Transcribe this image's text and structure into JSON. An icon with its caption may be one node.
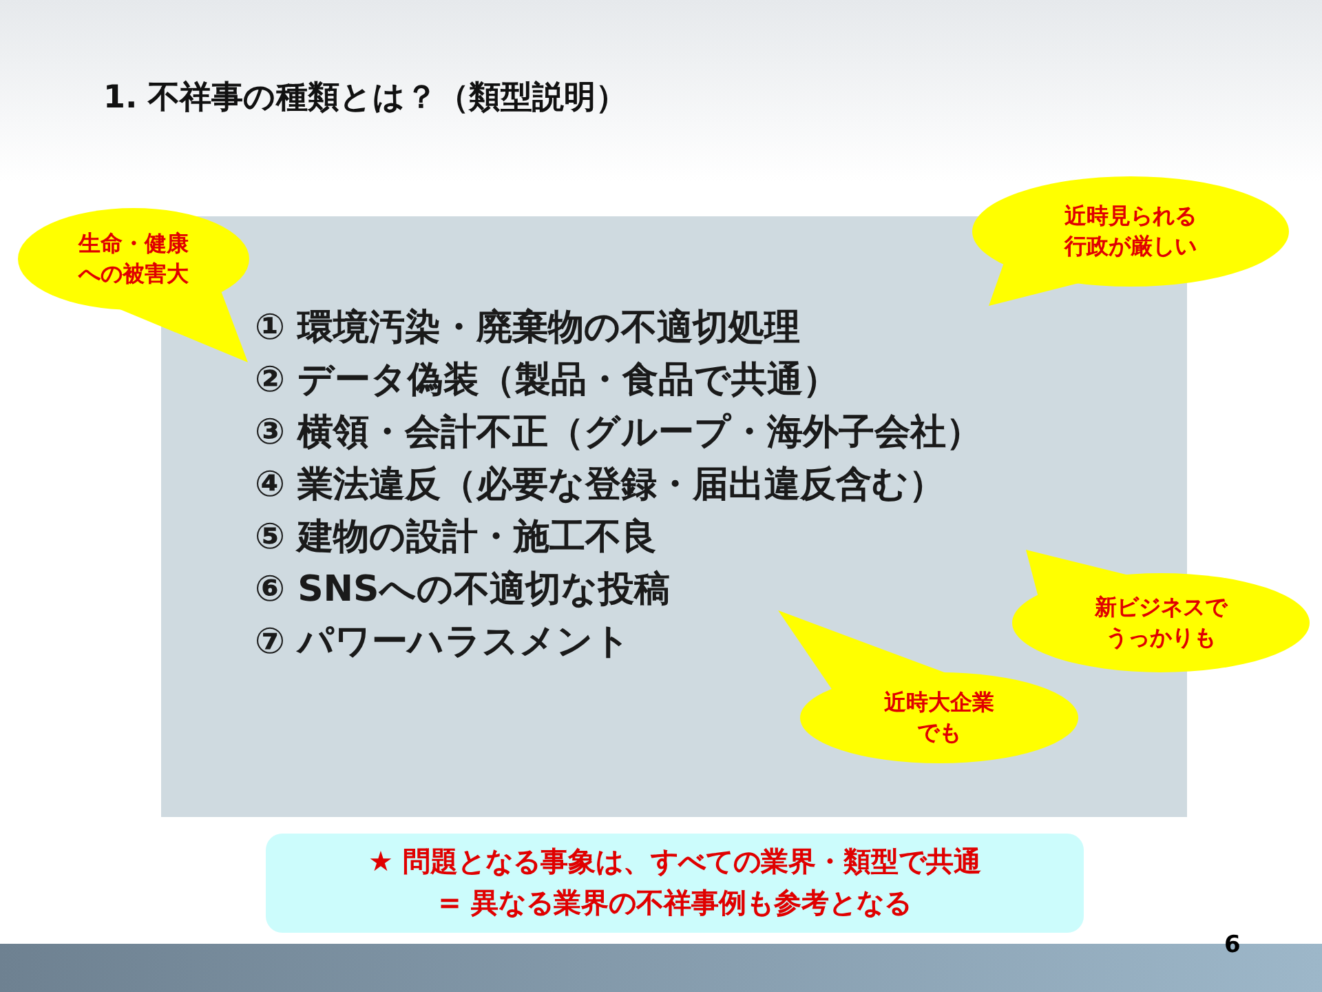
{
  "diagram": {
    "title": "1. 不祥事の種類とは？（類型説明）",
    "nodes": [
      {
        "text": [
          "① 環境汚染・廃棄物の不適切処理",
          "② データ偽装（製品・食品で共通）",
          "③ 横領・会計不正（グループ・海外子会社）",
          "④ 業法違反（必要な登録・届出違反含む）",
          "⑤ 建物の設計・施工不良",
          "⑥ SNSへの不適切な投稿",
          "⑦ パワーハラスメント"
        ]
      },
      {
        "text": [
          "生命・健康への被害大"
        ]
      },
      {
        "text": [
          "近時見られる行政が厳しい"
        ]
      },
      {
        "text": [
          "新ビジネスでうっかりも"
        ]
      },
      {
        "text": [
          "近時大企業でも"
        ],
        "in": 0
      },
      {
        "text": [
          "★ 問題となる事象は、すべての業界・類型で共通",
          "= 異なる業界の不祥事例も参考となる"
        ]
      }
    ],
    "labels": [
      "6"
    ]
  }
}
